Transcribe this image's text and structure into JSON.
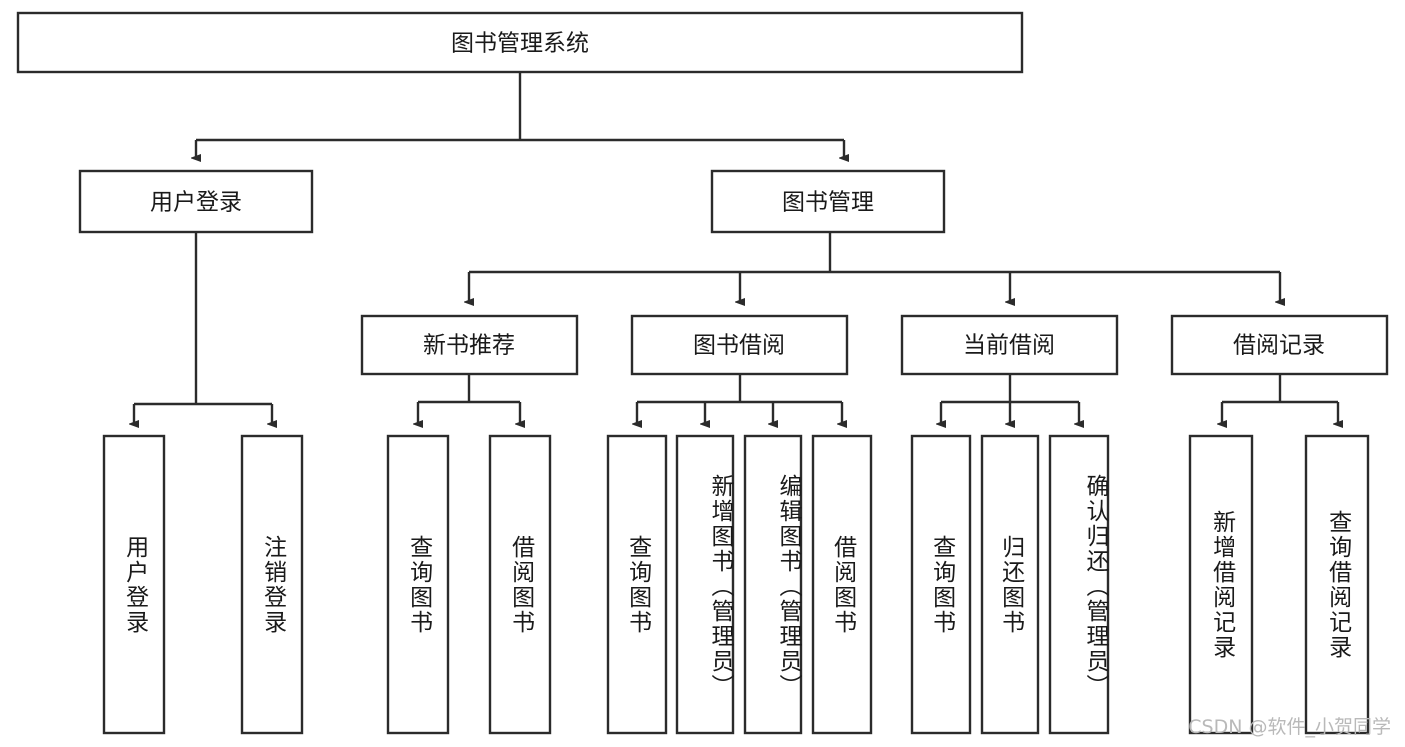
{
  "diagram": {
    "type": "tree-hierarchy",
    "title": "图书管理系统",
    "watermark": "CSDN @软件_小贺同学",
    "colors": {
      "box_stroke": "#2b2b2b",
      "box_fill": "#ffffff",
      "text": "#1a1a1a",
      "watermark": "#b9b9b9",
      "background": "#ffffff"
    },
    "levels": {
      "root": {
        "label": "图书管理系统"
      },
      "level2": [
        {
          "label": "用户登录"
        },
        {
          "label": "图书管理"
        }
      ],
      "level3": [
        {
          "label": "新书推荐"
        },
        {
          "label": "图书借阅"
        },
        {
          "label": "当前借阅"
        },
        {
          "label": "借阅记录"
        }
      ],
      "leaves": [
        {
          "label": "用户登录",
          "parent": "用户登录",
          "align": "middle"
        },
        {
          "label": "注销登录",
          "parent": "用户登录",
          "align": "middle"
        },
        {
          "label": "查询图书",
          "parent": "新书推荐",
          "align": "middle"
        },
        {
          "label": "借阅图书",
          "parent": "新书推荐",
          "align": "middle"
        },
        {
          "label": "查询图书",
          "parent": "图书借阅",
          "align": "middle"
        },
        {
          "label": "新增图书（管理员）",
          "parent": "图书借阅",
          "align": "top"
        },
        {
          "label": "编辑图书（管理员）",
          "parent": "图书借阅",
          "align": "top"
        },
        {
          "label": "借阅图书",
          "parent": "图书借阅",
          "align": "middle"
        },
        {
          "label": "查询图书",
          "parent": "当前借阅",
          "align": "middle"
        },
        {
          "label": "归还图书",
          "parent": "当前借阅",
          "align": "middle"
        },
        {
          "label": "确认归还（管理员）",
          "parent": "当前借阅",
          "align": "top"
        },
        {
          "label": "新增借阅记录",
          "parent": "借阅记录",
          "align": "middle"
        },
        {
          "label": "查询借阅记录",
          "parent": "借阅记录",
          "align": "middle"
        }
      ]
    }
  }
}
